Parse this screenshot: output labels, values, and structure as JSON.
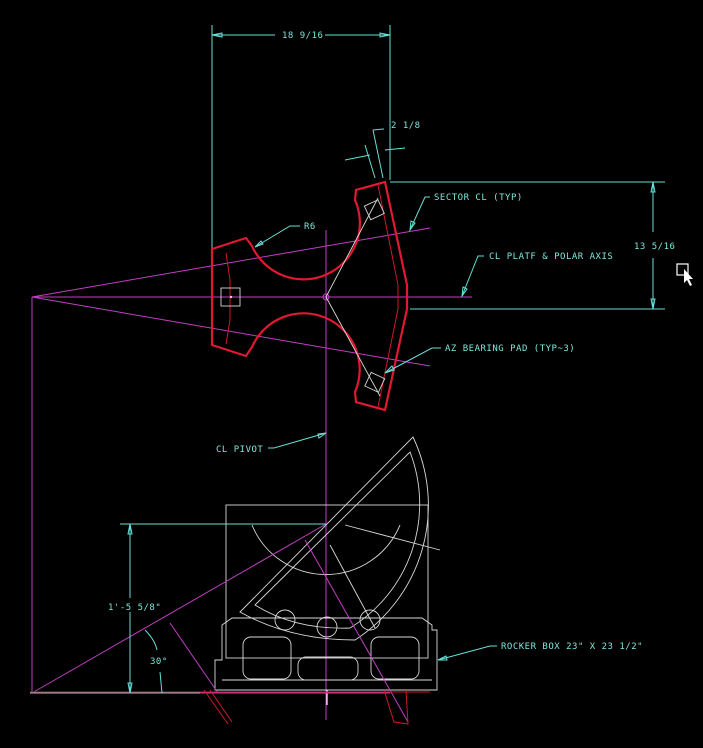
{
  "drawing": {
    "background": "#000000",
    "colors": {
      "dimension": "#66e0d8",
      "centerline": "#c040c0",
      "part_outline": "#e01830",
      "geometry": "#d8d8d8"
    }
  },
  "dimensions": {
    "top_width": "18 9/16",
    "offset": "2 1/8",
    "right_height": "13 5/16",
    "left_height": "1'-5 5/8\"",
    "angle": "30°"
  },
  "labels": {
    "radius": "R6",
    "sector_cl": "SECTOR CL (TYP)",
    "cl_platf": "CL PLATF & POLAR AXIS",
    "az_pad": "AZ BEARING PAD (TYP~3)",
    "cl_pivot": "CL PIVOT",
    "rocker_box": "ROCKER BOX 23\" X 23 1/2\""
  },
  "cursor": {
    "icon": "pickbox-arrow-cursor"
  }
}
